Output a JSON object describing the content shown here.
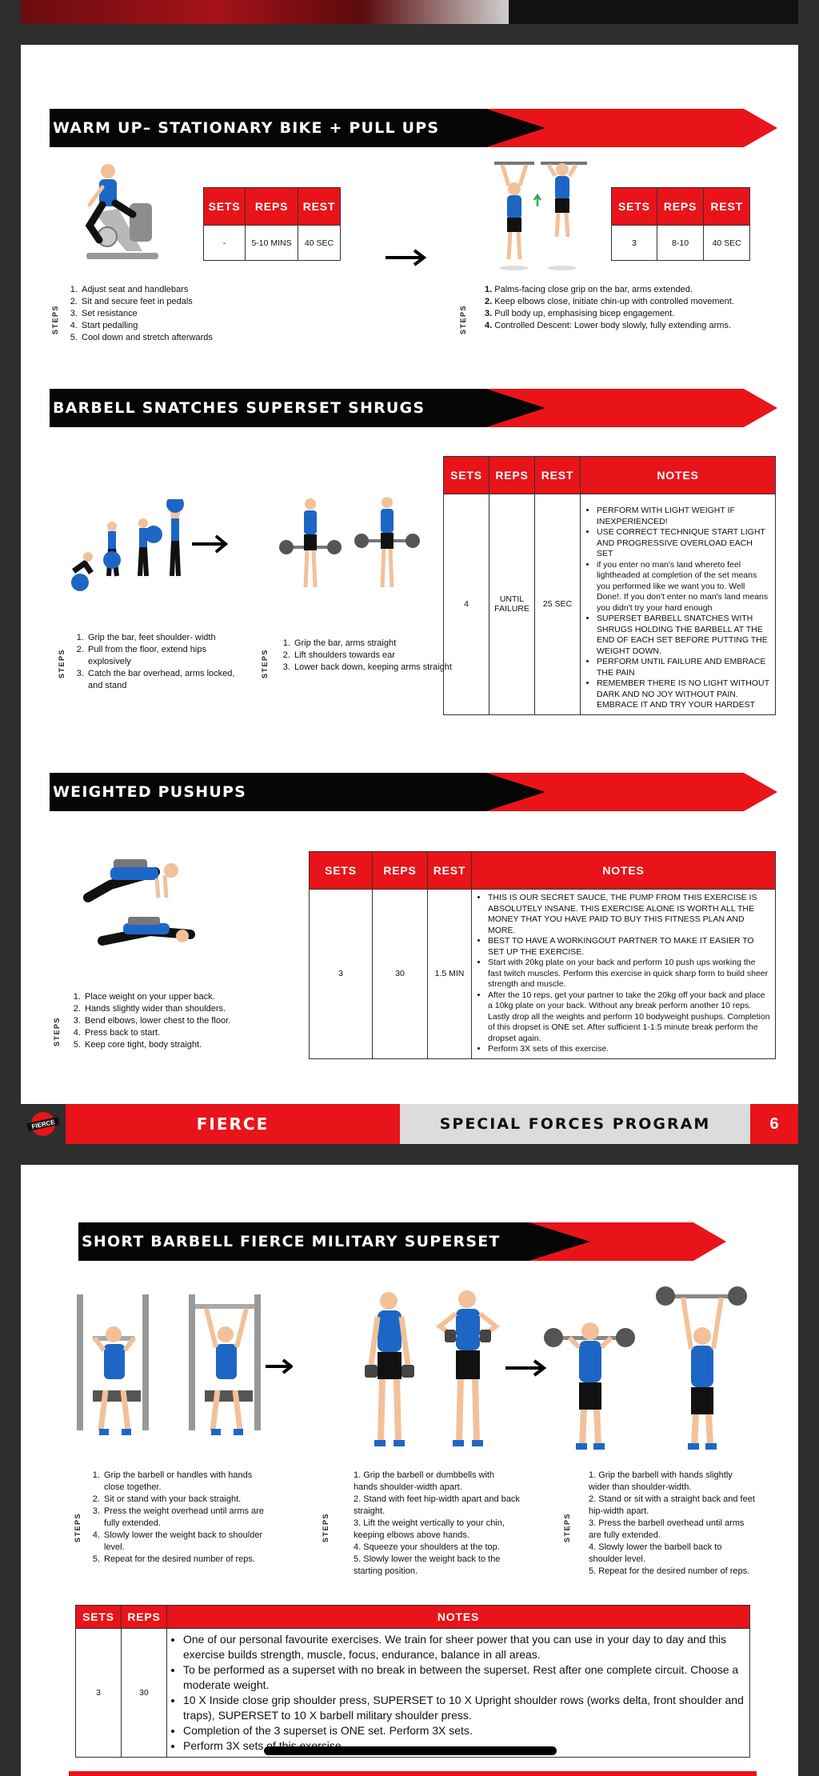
{
  "page1": {
    "warmup": {
      "title": "WARM UP– STATIONARY BIKE + PULL UPS",
      "bike": {
        "headers": [
          "SETS",
          "REPS",
          "REST"
        ],
        "row": [
          "-",
          "5-10 MINS",
          "40 SEC"
        ],
        "steps_label": "STEPS",
        "steps": [
          "Adjust seat and handlebars",
          "Sit and secure feet in pedals",
          "Set resistance",
          "Start pedalling",
          "Cool down and stretch afterwards"
        ]
      },
      "pullups": {
        "headers": [
          "SETS",
          "REPS",
          "REST"
        ],
        "row": [
          "3",
          "8-10",
          "40 SEC"
        ],
        "steps_label": "STEPS",
        "steps": [
          {
            "num": "1.",
            "text": "Palms-facing close grip on the bar, arms extended."
          },
          {
            "num": "2.",
            "text": "Keep elbows close, initiate chin-up with controlled movement."
          },
          {
            "num": "3.",
            "text": "Pull body up, emphasising bicep engagement."
          },
          {
            "num": "4.",
            "text": "Controlled Descent: Lower body slowly, fully extending arms."
          }
        ]
      }
    },
    "snatch": {
      "title": "BARBELL SNATCHES SUPERSET SHRUGS",
      "headers": [
        "SETS",
        "REPS",
        "REST",
        "NOTES"
      ],
      "row": [
        "4",
        "UNTIL FAILURE",
        "25 SEC"
      ],
      "notes": [
        "PERFORM WITH LIGHT WEIGHT IF INEXPERIENCED!",
        "USE CORRECT TECHNIQUE START LIGHT AND PROGRESSIVE OVERLOAD EACH SET",
        "if you enter no man's land whereto feel lightheaded at completion of the set means you performed like we want you to. Well Done!. If you don't enter no man's land means you didn't try your hard enough",
        "SUPERSET BARBELL SNATCHES WITH SHRUGS HOLDING THE BARBELL AT THE END OF EACH SET BEFORE PUTTING THE WEIGHT DOWN.",
        "PERFORM UNTIL FAILURE AND EMBRACE THE PAIN",
        "REMEMBER THERE IS NO LIGHT WITHOUT DARK AND NO JOY WITHOUT PAIN. EMBRACE IT AND TRY YOUR HARDEST"
      ],
      "steps_label": "STEPS",
      "steps_snatch": [
        "Grip the bar, feet shoulder- width",
        "Pull from the floor, extend hips explosively",
        "Catch the bar overhead, arms locked, and stand"
      ],
      "steps_shrug": [
        "Grip the bar, arms straight",
        "Lift shoulders towards ear",
        "Lower back down, keeping arms straight"
      ]
    },
    "pushups": {
      "title": "WEIGHTED PUSHUPS",
      "headers": [
        "SETS",
        "REPS",
        "REST",
        "NOTES"
      ],
      "row": [
        "3",
        "30",
        "1.5 MIN"
      ],
      "notes": [
        "THIS IS OUR SECRET SAUCE, THE PUMP FROM THIS EXERCISE IS ABSOLUTELY INSANE. THIS EXERCISE ALONE IS WORTH ALL THE MONEY THAT YOU HAVE PAID TO BUY THIS FITNESS PLAN AND MORE.",
        "BEST TO HAVE A WORKINGOUT PARTNER TO MAKE IT EASIER TO SET UP THE EXERCISE.",
        "Start with 20kg plate on your back and perform 10 push ups working the fast twitch muscles. Perform this exercise in quick sharp form to build sheer strength and muscle.",
        "After the 10 reps, get your partner to take the 20kg off your back and place a 10kg plate on your back. Without any break perform another 10 reps. Lastly drop all the weights and perform 10 bodyweight pushups. Completion of this dropset is ONE set. After sufficient 1-1.5 minute break perform the dropset again.",
        "Perform 3X sets of this exercise."
      ],
      "steps_label": "STEPS",
      "steps": [
        "Place weight on your upper back.",
        "Hands slightly wider than shoulders.",
        "Bend elbows, lower chest to the floor.",
        "Press back to start.",
        "Keep core tight, body straight."
      ]
    },
    "footer": {
      "logo": "FIERCE",
      "left": "FIERCE",
      "middle": "SPECIAL FORCES PROGRAM",
      "page": "6"
    }
  },
  "page2": {
    "military": {
      "title": "SHORT BARBELL FIERCE MILITARY SUPERSET",
      "steps_label": "STEPS",
      "steps_a": [
        "Grip the barbell or handles with hands close together.",
        "Sit or stand with your back straight.",
        "Press the weight overhead until arms are fully extended.",
        "Slowly lower the weight back to shoulder level.",
        "Repeat for the desired number of reps."
      ],
      "steps_b": [
        "1. Grip the barbell or dumbbells with hands shoulder-width apart.",
        "2. Stand with feet hip-width apart and back straight.",
        "3. Lift the weight vertically to your chin, keeping elbows above hands.",
        "4. Squeeze your shoulders at the top.",
        "5. Slowly lower the weight back to the starting position."
      ],
      "steps_c": [
        "1. Grip the barbell with hands slightly wider than shoulder-width.",
        "2. Stand or sit with a straight back and feet hip-width apart.",
        "3. Press the barbell overhead until arms are fully extended.",
        "4. Slowly lower the barbell back to shoulder level.",
        "5. Repeat for the desired number of reps."
      ],
      "headers": [
        "SETS",
        "REPS",
        "NOTES"
      ],
      "row": [
        "3",
        "30"
      ],
      "notes": [
        "One of our personal favourite exercises. We train for sheer power that you can use in your day to day and this exercise builds strength, muscle, focus, endurance, balance in all areas.",
        "To be performed as a superset with no break in between the superset. Rest after one complete circuit. Choose a moderate weight.",
        "10 X Inside close grip shoulder press, SUPERSET to 10 X Upright shoulder rows (works delta, front shoulder and traps), SUPERSET to 10 X barbell military shoulder press.",
        "Completion of the 3 superset is ONE set. Perform 3X sets.",
        "Perform 3X sets of this exercise."
      ]
    }
  },
  "colors": {
    "accent": "#e8141a",
    "banner_black": "#050505",
    "background": "#2e2e2e"
  }
}
